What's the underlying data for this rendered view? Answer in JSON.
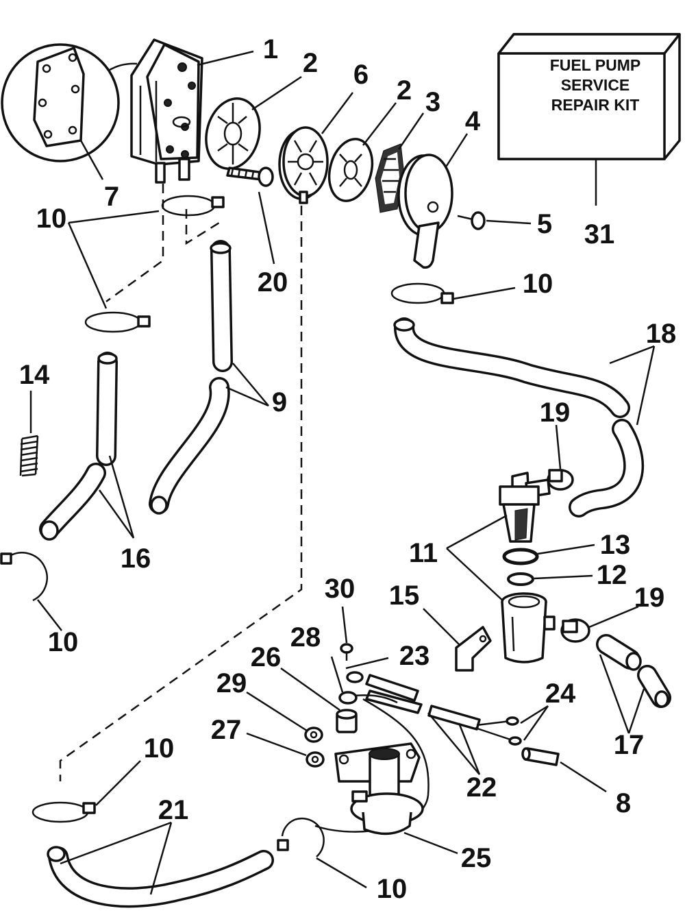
{
  "kit_box": {
    "lines": [
      "FUEL PUMP",
      "SERVICE",
      "REPAIR KIT"
    ]
  },
  "callouts": {
    "c1": "1",
    "c2a": "2",
    "c6": "6",
    "c2b": "2",
    "c3": "3",
    "c4": "4",
    "c7": "7",
    "c31": "31",
    "c5": "5",
    "c20": "20",
    "c10a": "10",
    "c10b": "10",
    "c10c": "10",
    "c10d": "10",
    "c10e": "10",
    "c14": "14",
    "c9": "9",
    "c16": "16",
    "c18": "18",
    "c19a": "19",
    "c11": "11",
    "c13": "13",
    "c12": "12",
    "c19b": "19",
    "c15": "15",
    "c30": "30",
    "c28": "28",
    "c23": "23",
    "c26": "26",
    "c29": "29",
    "c24": "24",
    "c27": "27",
    "c17": "17",
    "c22": "22",
    "c8": "8",
    "c21": "21",
    "c25": "25"
  }
}
